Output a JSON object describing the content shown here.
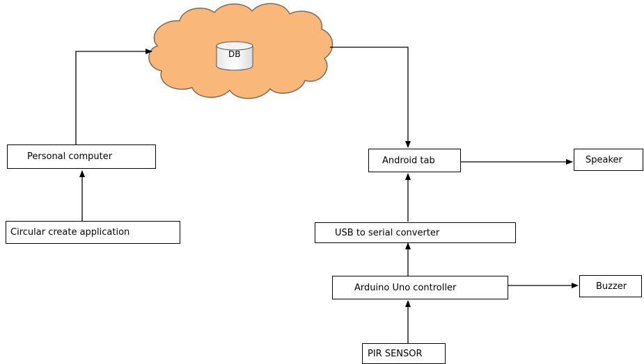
{
  "nodes": {
    "db": "DB",
    "personal_computer": "Personal computer",
    "circular_app": "Circular create application",
    "android_tab": "Android tab",
    "speaker": "Speaker",
    "usb_serial": "USB to serial converter",
    "arduino": "Arduino Uno controller",
    "buzzer": "Buzzer",
    "pir": "PIR SENSOR"
  },
  "colors": {
    "cloud_fill": "#f9b77a",
    "cloud_stroke": "#7a6a5a",
    "line": "#000000"
  }
}
